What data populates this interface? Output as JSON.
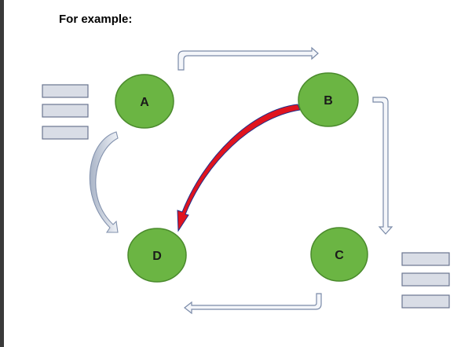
{
  "heading": "For example:",
  "nodes": [
    {
      "id": "A",
      "label": "A"
    },
    {
      "id": "B",
      "label": "B"
    },
    {
      "id": "C",
      "label": "C"
    },
    {
      "id": "D",
      "label": "D"
    }
  ],
  "colors": {
    "node_fill": "#6bb543",
    "node_stroke": "#4a8a2c",
    "arrow_fill": "#f4f6fa",
    "arrow_stroke": "#7a8aa8",
    "highlight_arrow": "#e0141e",
    "highlight_arrow_edge": "#1f2f8a",
    "slot_fill": "#d9dde6"
  }
}
